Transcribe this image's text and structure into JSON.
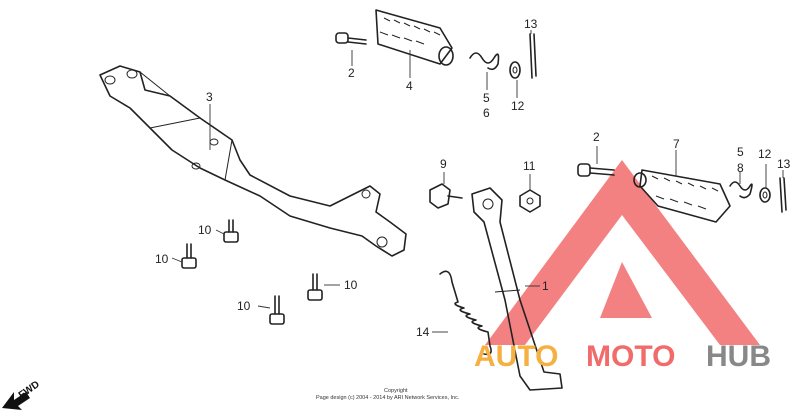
{
  "callouts": {
    "c2a": "2",
    "c4": "4",
    "c5a": "5",
    "c6": "6",
    "c12a": "12",
    "c13a": "13",
    "c3": "3",
    "c2b": "2",
    "c7": "7",
    "c5b": "5",
    "c8": "8",
    "c12b": "12",
    "c13b": "13",
    "c9": "9",
    "c11": "11",
    "c1": "1",
    "c14": "14",
    "c10a": "10",
    "c10b": "10",
    "c10c": "10",
    "c10d": "10"
  },
  "fwd_label": "FWD",
  "copyright": {
    "line1": "Copyright",
    "line2": "Page design (c) 2004 - 2014 by ARI Network Services, Inc."
  },
  "watermark": {
    "part1": "AUTO",
    "part2": "MOTO",
    "part3": "HUB",
    "colors": {
      "auto": "#f5b041",
      "moto": "#f26b6b",
      "hub": "#888888"
    }
  }
}
